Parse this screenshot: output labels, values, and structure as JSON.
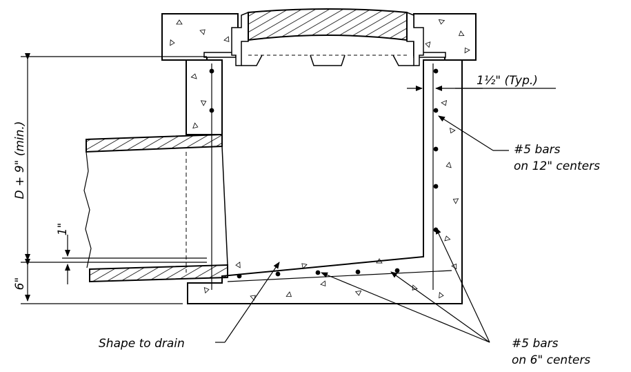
{
  "drawing": {
    "labels": {
      "height_dim": "D + 9\" (min.)",
      "base_dim": "6\"",
      "pipe_dim": "1\"",
      "cover_typ": "1½\" (Typ.)",
      "wall_bars_line1": "#5 bars",
      "wall_bars_line2": "on 12\" centers",
      "base_bars_line1": "#5 bars",
      "base_bars_line2": "on 6\" centers",
      "shape_to_drain": "Shape to drain"
    },
    "colors": {
      "ink": "#000000",
      "background": "#ffffff"
    }
  }
}
